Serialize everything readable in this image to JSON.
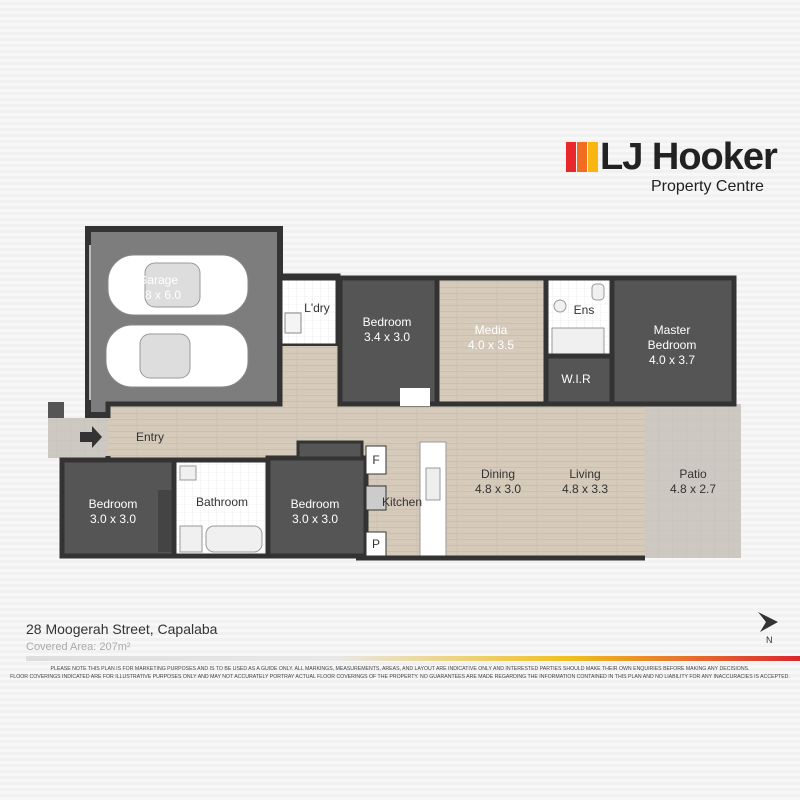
{
  "brand": {
    "name": "LJ Hooker",
    "office": "Property Centre",
    "colors": {
      "red": "#e8282b",
      "orange": "#f26d21",
      "yellow": "#f9b613",
      "text": "#222222"
    }
  },
  "property": {
    "address": "28 Moogerah Street, Capalaba",
    "area_label": "Covered Area:",
    "area_value": "207m²"
  },
  "rooms": {
    "garage": {
      "name": "Garage",
      "size": "5.8 x 6.0"
    },
    "laundry": {
      "name": "L'dry"
    },
    "bedroom_top": {
      "name": "Bedroom",
      "size": "3.4 x 3.0"
    },
    "media": {
      "name": "Media",
      "size": "4.0 x 3.5"
    },
    "ensuite": {
      "name": "Ens"
    },
    "master": {
      "name_line1": "Master",
      "name_line2": "Bedroom",
      "size": "4.0 x 3.7"
    },
    "wir": {
      "name": "W.I.R"
    },
    "entry": {
      "name": "Entry"
    },
    "bedroom_left": {
      "name": "Bedroom",
      "size": "3.0 x 3.0"
    },
    "bathroom": {
      "name": "Bathroom"
    },
    "bedroom_mid": {
      "name": "Bedroom",
      "size": "3.0 x 3.0"
    },
    "kitchen": {
      "name": "Kitchen"
    },
    "fridge": {
      "name": "F"
    },
    "pantry": {
      "name": "P"
    },
    "dining": {
      "name": "Dining",
      "size": "4.8 x 3.0"
    },
    "living": {
      "name": "Living",
      "size": "4.8 x 3.3"
    },
    "patio": {
      "name": "Patio",
      "size": "4.8 x 2.7"
    }
  },
  "north": "N",
  "disclaimer": {
    "line1": "PLEASE NOTE THIS PLAN IS FOR MARKETING PURPOSES AND IS TO BE USED AS A GUIDE ONLY.  ALL MARKINGS, MEASUREMENTS, AREAS, AND LAYOUT ARE INDICATIVE ONLY AND INTERESTED PARTIES SHOULD MAKE THEIR OWN ENQUIRIES BEFORE MAKING ANY DECISIONS.",
    "line2": "FLOOR COVERINGS INDICATED ARE FOR ILLUSTRATIVE PURPOSES ONLY AND MAY NOT ACCURATELY PORTRAY ACTUAL FLOOR COVERINGS OF THE PROPERTY.  NO GUARANTEES ARE MADE REGARDING THE INFORMATION CONTAINED IN THIS PLAN AND NO LIABILITY FOR  ANY INACCURACIES IS ACCEPTED."
  }
}
